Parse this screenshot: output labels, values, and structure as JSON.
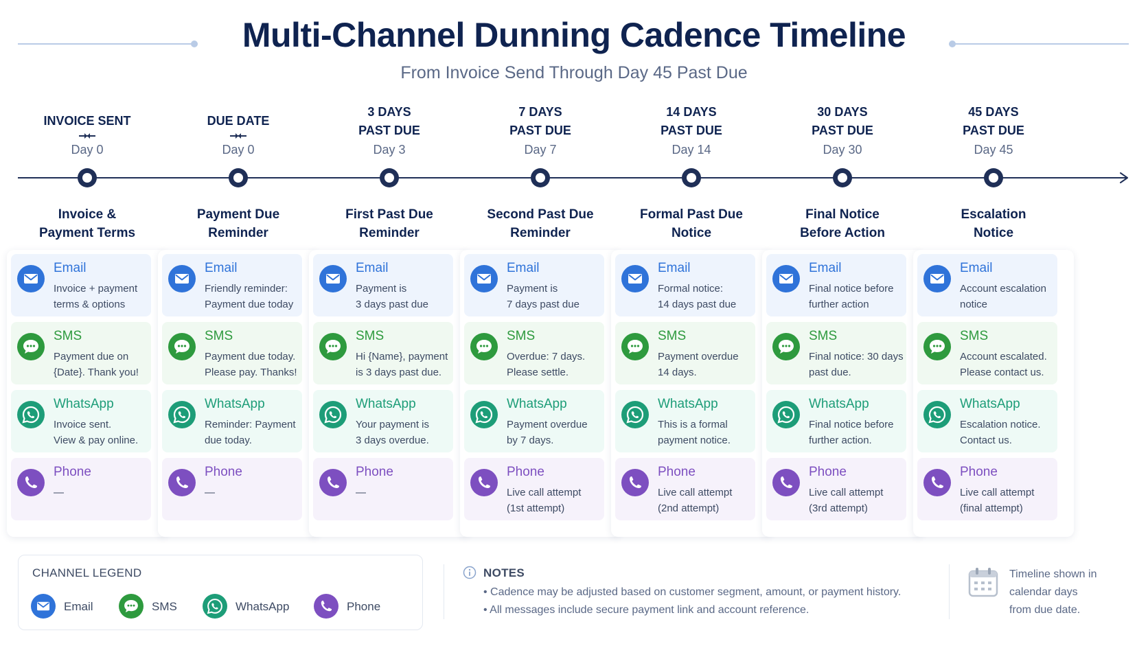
{
  "header": {
    "title": "Multi-Channel Dunning Cadence Timeline",
    "subtitle": "From Invoice Send Through Day 45 Past Due"
  },
  "colors": {
    "email": "#2f73d9",
    "sms": "#2e9a3e",
    "whatsapp": "#1d9d78",
    "phone": "#7d4fc0",
    "timeline": "#1f2f57"
  },
  "channel_names": {
    "email": "Email",
    "sms": "SMS",
    "whatsapp": "WhatsApp",
    "phone": "Phone"
  },
  "stages": [
    {
      "label_lines": [
        "INVOICE SENT"
      ],
      "has_arrow": true,
      "day": "Day 0",
      "title_lines": [
        "Invoice &",
        "Payment Terms"
      ],
      "messages": {
        "email": [
          "Invoice + payment",
          "terms & options"
        ],
        "sms": [
          "Payment due on",
          "{Date}. Thank you!"
        ],
        "whatsapp": [
          "Invoice sent.",
          "View & pay online."
        ],
        "phone": [
          "—"
        ]
      }
    },
    {
      "label_lines": [
        "DUE DATE"
      ],
      "has_arrow": true,
      "day": "Day 0",
      "title_lines": [
        "Payment Due",
        "Reminder"
      ],
      "messages": {
        "email": [
          "Friendly reminder:",
          "Payment due today"
        ],
        "sms": [
          "Payment due today.",
          "Please pay. Thanks!"
        ],
        "whatsapp": [
          "Reminder: Payment",
          "due today."
        ],
        "phone": [
          "—"
        ]
      }
    },
    {
      "label_lines": [
        "3 DAYS",
        "PAST DUE"
      ],
      "has_arrow": false,
      "day": "Day 3",
      "title_lines": [
        "First Past Due",
        "Reminder"
      ],
      "messages": {
        "email": [
          "Payment is",
          "3 days past due"
        ],
        "sms": [
          "Hi {Name}, payment",
          "is 3 days past due."
        ],
        "whatsapp": [
          "Your payment is",
          "3 days overdue."
        ],
        "phone": [
          "—"
        ]
      }
    },
    {
      "label_lines": [
        "7 DAYS",
        "PAST DUE"
      ],
      "has_arrow": false,
      "day": "Day 7",
      "title_lines": [
        "Second Past Due",
        "Reminder"
      ],
      "messages": {
        "email": [
          "Payment is",
          "7 days past due"
        ],
        "sms": [
          "Overdue: 7 days.",
          "Please settle."
        ],
        "whatsapp": [
          "Payment overdue",
          "by 7 days."
        ],
        "phone": [
          "Live call attempt",
          "(1st attempt)"
        ]
      }
    },
    {
      "label_lines": [
        "14 DAYS",
        "PAST DUE"
      ],
      "has_arrow": false,
      "day": "Day 14",
      "title_lines": [
        "Formal Past Due",
        "Notice"
      ],
      "messages": {
        "email": [
          "Formal notice:",
          "14 days past due"
        ],
        "sms": [
          "Payment overdue",
          "14 days."
        ],
        "whatsapp": [
          "This is a formal",
          "payment notice."
        ],
        "phone": [
          "Live call attempt",
          "(2nd attempt)"
        ]
      }
    },
    {
      "label_lines": [
        "30 DAYS",
        "PAST DUE"
      ],
      "has_arrow": false,
      "day": "Day 30",
      "title_lines": [
        "Final Notice",
        "Before Action"
      ],
      "messages": {
        "email": [
          "Final notice before",
          "further action"
        ],
        "sms": [
          "Final notice: 30 days",
          "past due."
        ],
        "whatsapp": [
          "Final notice before",
          "further action."
        ],
        "phone": [
          "Live call attempt",
          "(3rd attempt)"
        ]
      }
    },
    {
      "label_lines": [
        "45 DAYS",
        "PAST DUE"
      ],
      "has_arrow": false,
      "day": "Day 45",
      "title_lines": [
        "Escalation",
        "Notice"
      ],
      "messages": {
        "email": [
          "Account escalation",
          "notice"
        ],
        "sms": [
          "Account escalated.",
          "Please contact us."
        ],
        "whatsapp": [
          "Escalation notice.",
          "Contact us."
        ],
        "phone": [
          "Live call attempt",
          "(final attempt)"
        ]
      }
    }
  ],
  "legend": {
    "title": "CHANNEL LEGEND",
    "items": [
      {
        "key": "email",
        "label": "Email"
      },
      {
        "key": "sms",
        "label": "SMS"
      },
      {
        "key": "whatsapp",
        "label": "WhatsApp"
      },
      {
        "key": "phone",
        "label": "Phone"
      }
    ]
  },
  "notes": {
    "title": "NOTES",
    "items": [
      "• Cadence may be adjusted based on customer segment, amount, or payment history.",
      "• All messages include secure payment link and account reference."
    ]
  },
  "calendar_note": [
    "Timeline shown in",
    "calendar days",
    "from due date."
  ]
}
